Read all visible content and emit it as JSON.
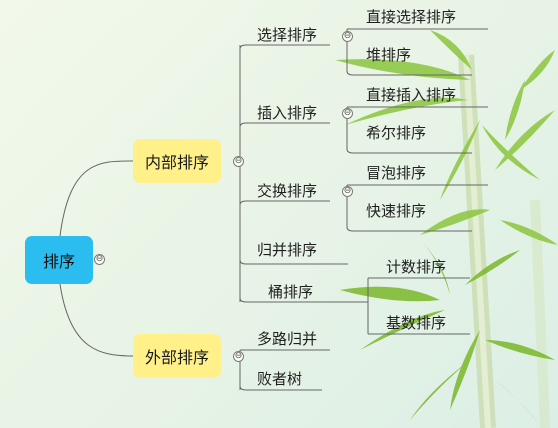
{
  "root": {
    "label": "排序"
  },
  "branches": [
    {
      "label": "内部排序",
      "children": [
        {
          "label": "选择排序",
          "children": [
            {
              "label": "直接选择排序"
            },
            {
              "label": "堆排序"
            }
          ]
        },
        {
          "label": "插入排序",
          "children": [
            {
              "label": "直接插入排序"
            },
            {
              "label": "希尔排序"
            }
          ]
        },
        {
          "label": "交换排序",
          "children": [
            {
              "label": "冒泡排序"
            },
            {
              "label": "快速排序"
            }
          ]
        },
        {
          "label": "归并排序"
        },
        {
          "label": "桶排序",
          "children": [
            {
              "label": "计数排序"
            },
            {
              "label": "基数排序"
            }
          ]
        }
      ]
    },
    {
      "label": "外部排序",
      "children": [
        {
          "label": "多路归并"
        },
        {
          "label": "败者树"
        }
      ]
    }
  ],
  "toggle_symbol": "⊖",
  "colors": {
    "root": "#2bbdf0",
    "branch": "#fff08a",
    "line": "#666666",
    "bamboo": "#7cc21a"
  }
}
